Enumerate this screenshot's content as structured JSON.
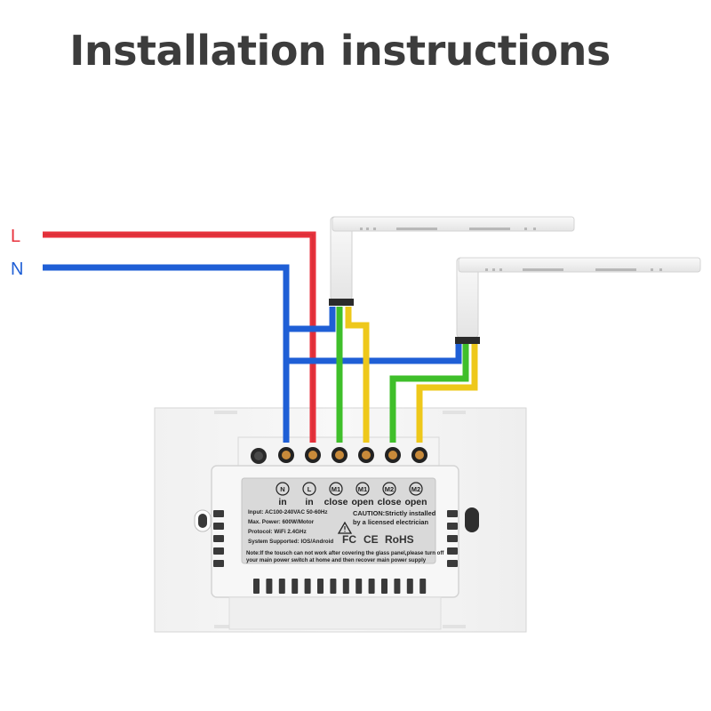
{
  "title": "Installation instructions",
  "wires": {
    "L": {
      "label": "L",
      "color": "#e8323c"
    },
    "N": {
      "label": "N",
      "color": "#1f5fd6"
    }
  },
  "colors": {
    "live": "#e8323c",
    "neutral": "#1f5fd6",
    "close_wire": "#3fbf2a",
    "open_wire": "#eec81a",
    "terminal": "#c88a3a"
  },
  "terminals": [
    {
      "symbol": "N",
      "label": "in"
    },
    {
      "symbol": "L",
      "label": "in"
    },
    {
      "symbol": "M1",
      "label": "close"
    },
    {
      "symbol": "M1",
      "label": "open"
    },
    {
      "symbol": "M2",
      "label": "close"
    },
    {
      "symbol": "M2",
      "label": "open"
    }
  ],
  "specs": {
    "input": "Input: AC100-240VAC 50-60Hz",
    "power": "Max. Power: 600W/Motor",
    "protocol": "Protocol: WiFi 2.4GHz",
    "system": "System Supported: IOS/Android"
  },
  "caution": {
    "line1": "CAUTION:Strictly installed",
    "line2": "by a licensed electrician"
  },
  "certs": {
    "fc": "FC",
    "ce": "CE",
    "rohs": "RoHS"
  },
  "note": {
    "line1": "Note:If the tousch can not work after covering the glass panel,please turn off",
    "line2": "your main power switch at home and then recover main power supply"
  },
  "icons": [
    "warning-icon",
    "fc-mark",
    "ce-mark",
    "screw-icon"
  ]
}
